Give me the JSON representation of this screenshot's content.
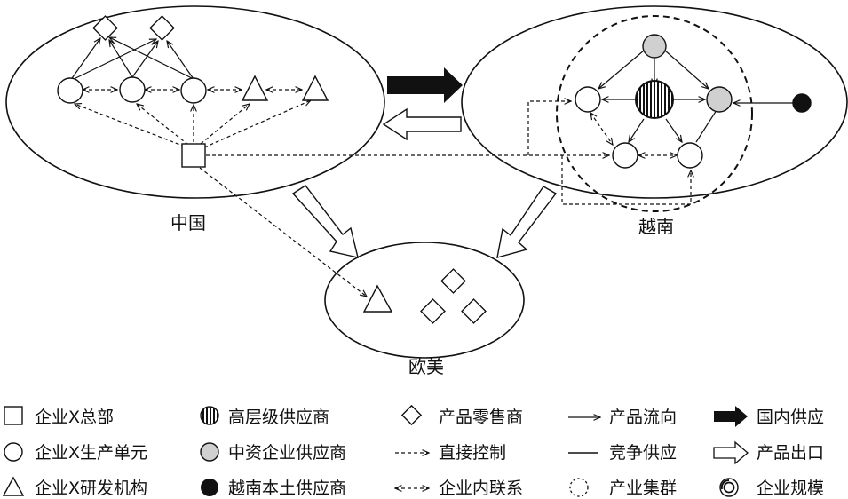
{
  "regions": {
    "china": "中国",
    "vietnam": "越南",
    "europe_america": "欧美"
  },
  "legend": {
    "col1": [
      "企业X总部",
      "企业X生产单元",
      "企业X研发机构"
    ],
    "col2": [
      "高层级供应商",
      "中资企业供应商",
      "越南本土供应商"
    ],
    "col3": [
      "产品零售商",
      "直接控制",
      "企业内联系"
    ],
    "col4": [
      "产品流向",
      "竞争供应",
      "产业集群"
    ],
    "col5": [
      "国内供应",
      "产品出口",
      "企业规模"
    ]
  },
  "legend_icons": {
    "col1": [
      "square-icon",
      "circle-icon",
      "triangle-icon"
    ],
    "col2": [
      "striped-circle-icon",
      "gray-circle-icon",
      "black-circle-icon"
    ],
    "col3": [
      "diamond-icon",
      "dashed-arrow-icon",
      "dashed-double-arrow-icon"
    ],
    "col4": [
      "solid-arrow-icon",
      "solid-line-icon",
      "dashed-circle-icon"
    ],
    "col5": [
      "black-thick-arrow-icon",
      "hollow-thick-arrow-icon",
      "double-circle-icon"
    ]
  },
  "colors": {
    "stroke": "#111111",
    "gray_fill": "#d0d0d0",
    "black_fill": "#111111"
  }
}
